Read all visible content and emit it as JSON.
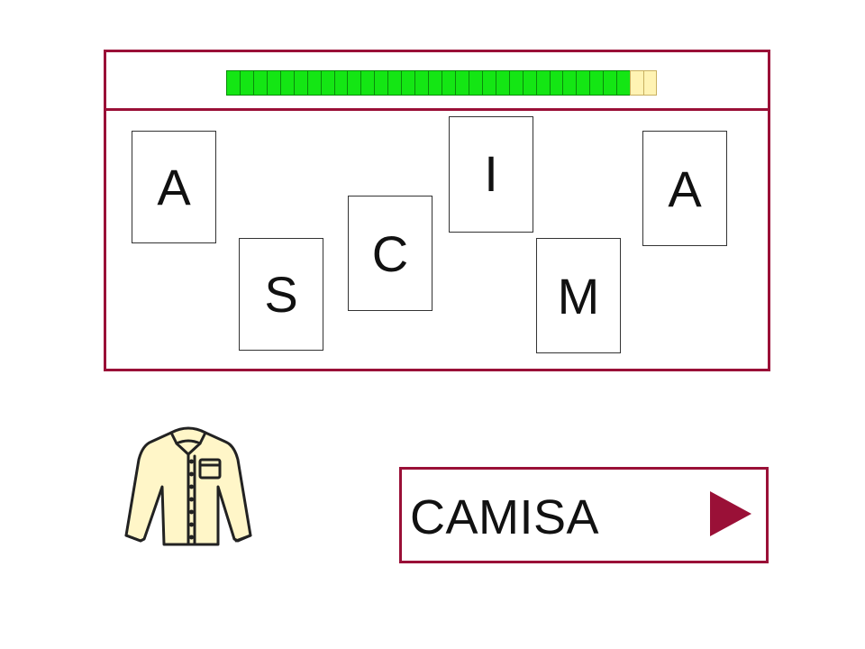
{
  "colors": {
    "frame": "#9a1037",
    "progress_done": "#14e614",
    "progress_todo": "#fff3b3",
    "shirt_fill": "#fff6c8"
  },
  "progress": {
    "total_segments": 32,
    "completed_segments": 30
  },
  "letter_cards": [
    {
      "letter": "A"
    },
    {
      "letter": "S"
    },
    {
      "letter": "C"
    },
    {
      "letter": "I"
    },
    {
      "letter": "M"
    },
    {
      "letter": "A"
    }
  ],
  "picture": {
    "icon": "shirt-icon"
  },
  "answer": {
    "word": "CAMISA",
    "action_icon": "play-arrow-icon"
  }
}
